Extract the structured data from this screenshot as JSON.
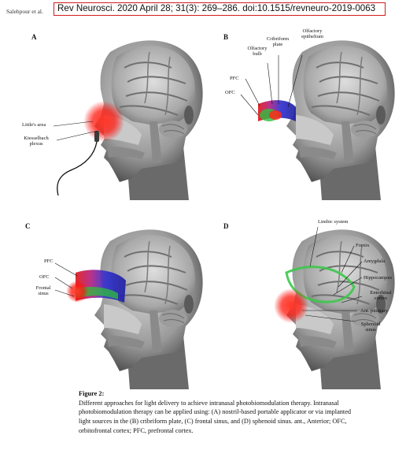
{
  "header": {
    "author": "Salehpour et al.",
    "citation": "Rev Neurosci. 2020 April 28; 31(3): 269–286. doi:10.1515/revneuro-2019-0063"
  },
  "panels": [
    {
      "letter": "A",
      "labels": {
        "littles_area": "Little's area",
        "kiesselbach": "Kiesselbach plexus"
      }
    },
    {
      "letter": "B",
      "labels": {
        "cribriform": "Cribriform plate",
        "olf_epithelium": "Olfactory epithelium",
        "olf_bulb": "Olfactory bulb",
        "pfc": "PFC",
        "ofc": "OFC"
      }
    },
    {
      "letter": "C",
      "labels": {
        "pfc": "PFC",
        "ofc": "OFC",
        "frontal_sinus": "Frontal sinus"
      }
    },
    {
      "letter": "D",
      "labels": {
        "limbic": "Limbic system",
        "fornix": "Fornix",
        "amygdala": "Amygdala",
        "hippocampus": "Hippocampus",
        "entorhinal": "Entorhinal cortex",
        "ant_pituitary": "Ant. pituitary",
        "sphenoid": "Sphenoid sinus"
      }
    }
  ],
  "caption": {
    "figure": "Figure 2:",
    "text": "Different approaches for light delivery to achieve intranasal photobiomodulation therapy. Intranasal photobiomodulation therapy can be applied using: (A) nostril-based portable applicator or via implanted light sources in the (B) cribriform plate, (C) frontal sinus, and (D) sphenoid sinus. ant., Anterior; OFC, orbitofrontal cortex; PFC, prefrontal cortex."
  },
  "colors": {
    "citation_border": "#d21c1c",
    "light_red": "#ff2a1a",
    "band_blue": "#2a2ad0",
    "band_green": "#2fbf3a"
  }
}
